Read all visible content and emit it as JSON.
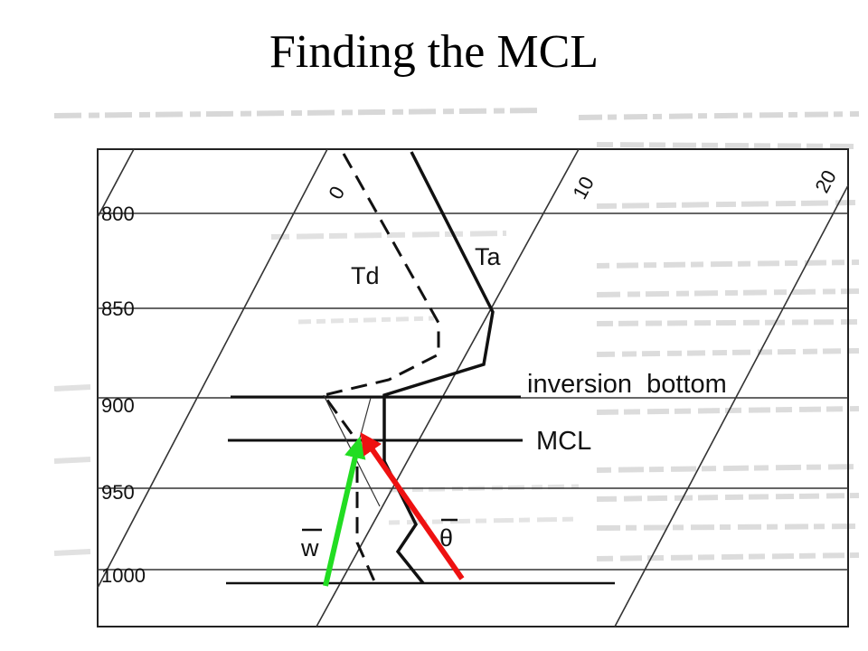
{
  "title": "Finding the MCL",
  "pressure_labels": [
    "800",
    "850",
    "900",
    "950",
    "1000"
  ],
  "temperature_labels": [
    "0",
    "10",
    "20"
  ],
  "curve_labels": {
    "dewpoint": "Td",
    "air_temperature": "Ta",
    "mean_mixing_ratio": "w",
    "mean_potential_temperature": "θ"
  },
  "level_labels": {
    "inversion": "inversion  bottom",
    "mcl": "MCL"
  },
  "colors": {
    "mixing_ratio_arrow": "#22dd22",
    "potential_temperature_arrow": "#ee1111"
  }
}
